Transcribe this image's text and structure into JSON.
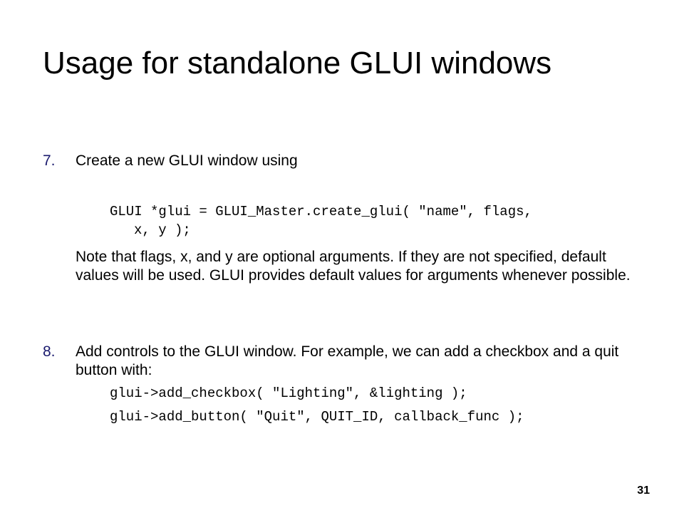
{
  "slide": {
    "title": "Usage for standalone GLUI windows",
    "item7": {
      "number": "7.",
      "text": "Create a new GLUI window using",
      "code_line1": "GLUI *glui = GLUI_Master.create_glui( \"name\", flags,",
      "code_line2": "x, y );",
      "note": "Note that flags, x, and y are optional arguments. If they are not specified, default values will be used. GLUI provides default values for arguments whenever possible."
    },
    "item8": {
      "number": "8.",
      "text": "Add controls to the GLUI window. For example, we can add a checkbox and a quit button with:",
      "code_line1": "glui->add_checkbox( \"Lighting\", &lighting );",
      "code_line2": "glui->add_button( \"Quit\", QUIT_ID, callback_func );"
    },
    "page_number": "31"
  }
}
